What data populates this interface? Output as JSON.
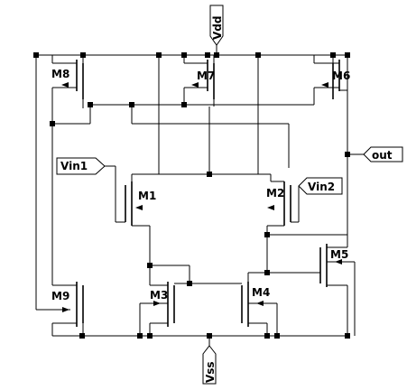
{
  "ports": {
    "vdd": "Vdd",
    "vss": "Vss",
    "out": "out",
    "vin1": "Vin1",
    "vin2": "Vin2"
  },
  "transistors": {
    "m1": "M1",
    "m2": "M2",
    "m3": "M3",
    "m4": "M4",
    "m5": "M5",
    "m6": "M6",
    "m7": "M7",
    "m8": "M8",
    "m9": "M9"
  }
}
